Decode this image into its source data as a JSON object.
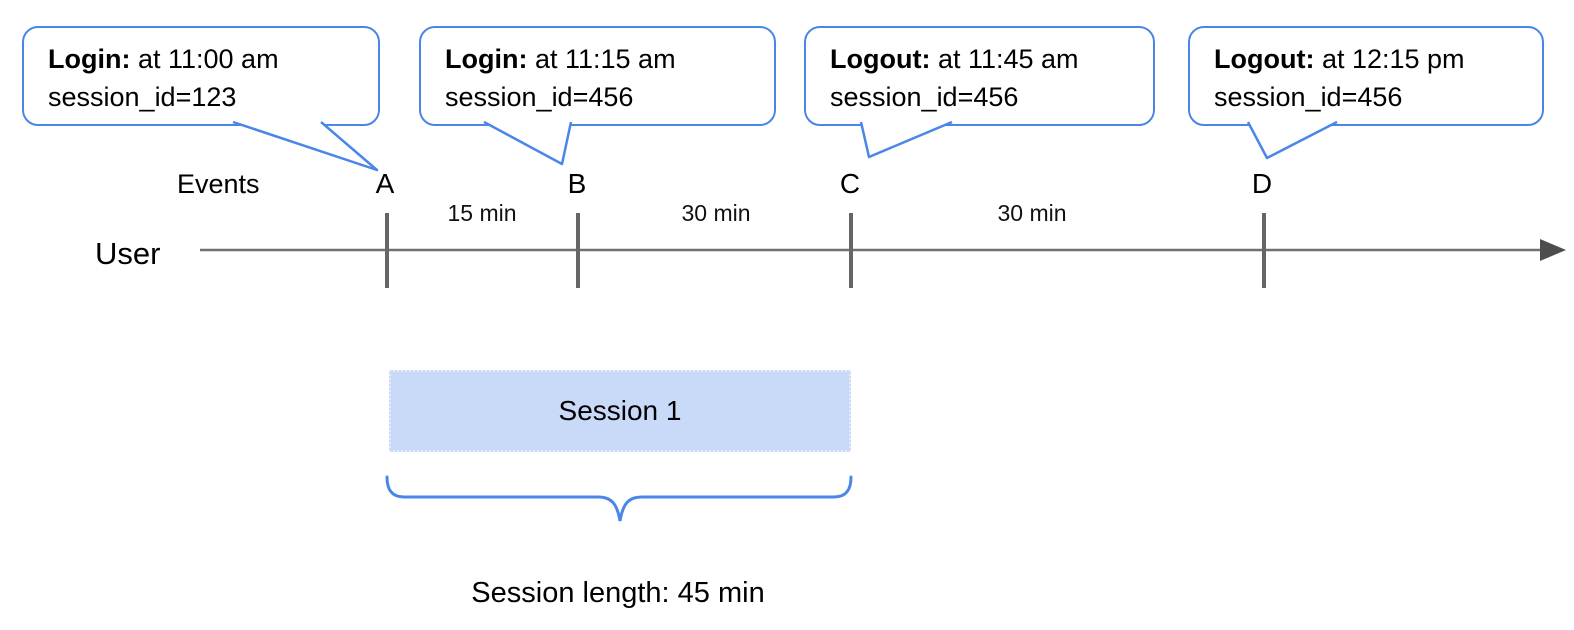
{
  "colors": {
    "accent_blue": "#4a86e8",
    "session_fill": "#c9daf8",
    "timeline_gray": "#707070",
    "tick_gray": "#666666",
    "arrow_gray": "#4d4d4d",
    "text": "#000000"
  },
  "callouts": [
    {
      "event": "A",
      "title": "Login:",
      "time": " at 11:00 am",
      "session": "session_id=123"
    },
    {
      "event": "B",
      "title": "Login:",
      "time": " at 11:15 am",
      "session": "session_id=456"
    },
    {
      "event": "C",
      "title": "Logout:",
      "time": " at 11:45 am",
      "session": "session_id=456"
    },
    {
      "event": "D",
      "title": "Logout:",
      "time": " at 12:15 pm",
      "session": "session_id=456"
    }
  ],
  "timeline": {
    "events_label": "Events",
    "user_label": "User",
    "markers": [
      "A",
      "B",
      "C",
      "D"
    ],
    "intervals": [
      "15 min",
      "30 min",
      "30 min"
    ]
  },
  "session": {
    "label": "Session 1",
    "length": "Session length: 45 min"
  }
}
